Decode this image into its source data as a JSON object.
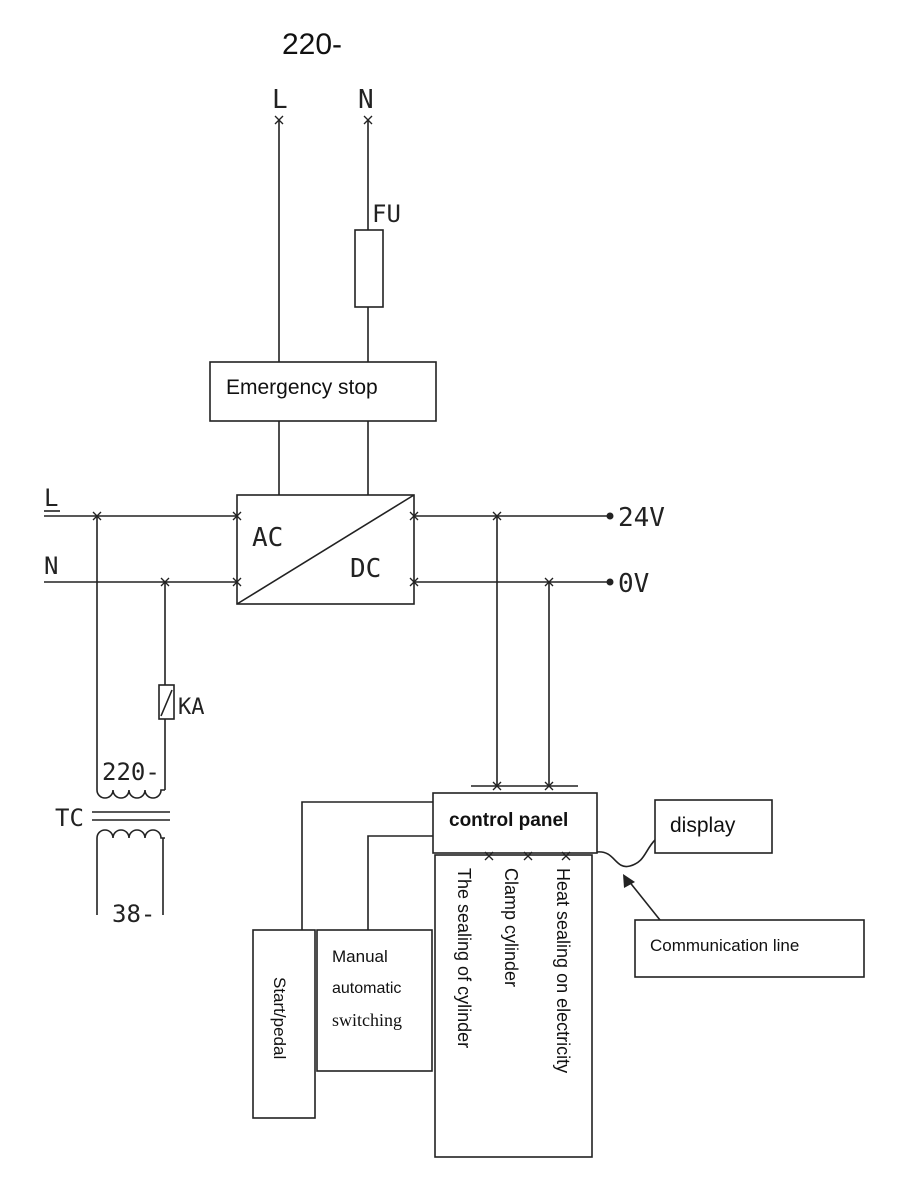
{
  "supply": {
    "voltage": "220-",
    "line": "L",
    "neutral": "N"
  },
  "fuse": {
    "label": "FU"
  },
  "emergency_stop": {
    "label": "Emergency stop"
  },
  "bus": {
    "line": "L",
    "neutral": "N"
  },
  "psu": {
    "ac": "AC",
    "dc": "DC"
  },
  "outputs": {
    "positive": "24V",
    "zero": "0V"
  },
  "relay": {
    "label": "KA"
  },
  "transformer": {
    "label": "TC",
    "primary": "220-",
    "secondary": "38-"
  },
  "control_panel": {
    "label": "control panel"
  },
  "display": {
    "label": "display"
  },
  "communication": {
    "label": "Communication line"
  },
  "start_pedal": {
    "label": "Start/pedal"
  },
  "manual_switch": {
    "line1": "Manual",
    "line2": "automatic",
    "line3": "switching"
  },
  "outputs_box": {
    "sealing_cylinder": "The sealing of cylinder",
    "clamp_cylinder": "Clamp cylinder",
    "heat_sealing": "Heat sealing on electricity"
  }
}
